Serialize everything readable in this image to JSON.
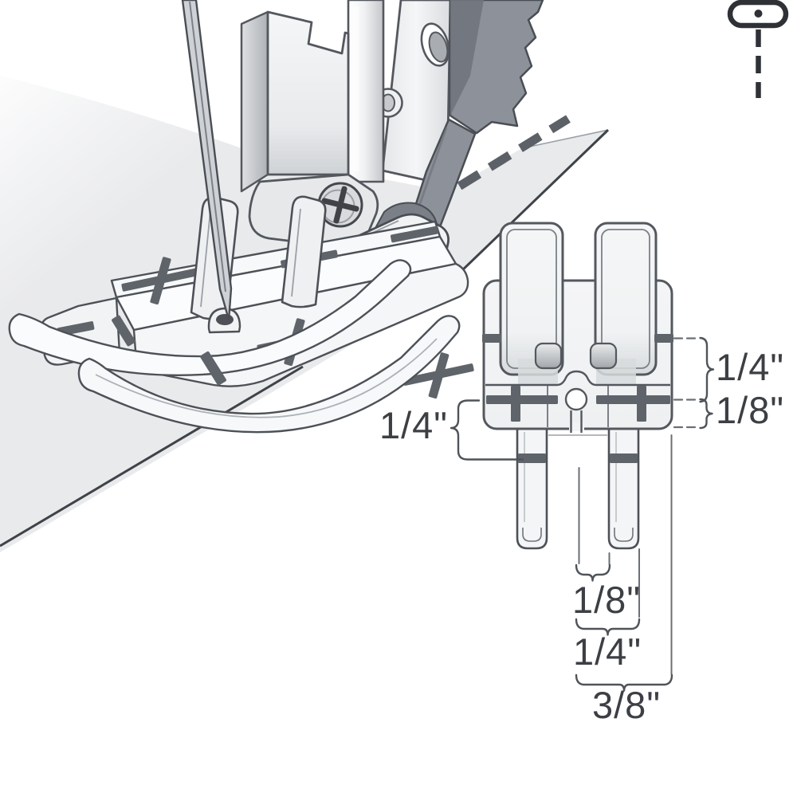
{
  "annotations": {
    "front_view": {
      "right_upper_label": "1/4\"",
      "right_lower_label": "1/8\"",
      "left_label": "1/4\"",
      "bottom_inner_label": "1/8\"",
      "bottom_middle_label": "1/4\"",
      "bottom_outer_label": "3/8\""
    }
  },
  "icons": {
    "screw_icon": "oval-screw-head-with-center-dot-and-dashed-axis",
    "stitch_line": "dashed-seam-stitch-line"
  },
  "colors": {
    "background": "#ffffff",
    "fabric": "#e9eaec",
    "outline": "#4d5157",
    "dark_marks": "#5f646b",
    "machine_dark": "#8d929a",
    "label_text": "#3c3f44",
    "icon_dark": "#2e3135"
  }
}
